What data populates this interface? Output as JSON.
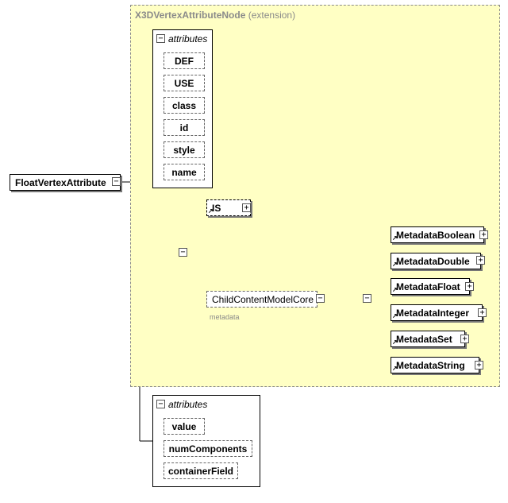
{
  "extension": {
    "name": "X3DVertexAttributeNode",
    "suffix": "(extension)"
  },
  "root": {
    "label": "FloatVertexAttribute"
  },
  "ext_attributes": {
    "heading": "attributes",
    "items": [
      "DEF",
      "USE",
      "class",
      "id",
      "style",
      "name"
    ]
  },
  "sequence": {
    "optional_element": "IS",
    "group": "ChildContentModelCore",
    "group_note": "metadata"
  },
  "choice_items": [
    "MetadataBoolean",
    "MetadataDouble",
    "MetadataFloat",
    "MetadataInteger",
    "MetadataSet",
    "MetadataString"
  ],
  "own_attributes": {
    "heading": "attributes",
    "items": [
      "value",
      "numComponents",
      "containerField"
    ]
  },
  "glyphs": {
    "minus": "−",
    "plus": "+",
    "ref_arrow": "↗"
  }
}
